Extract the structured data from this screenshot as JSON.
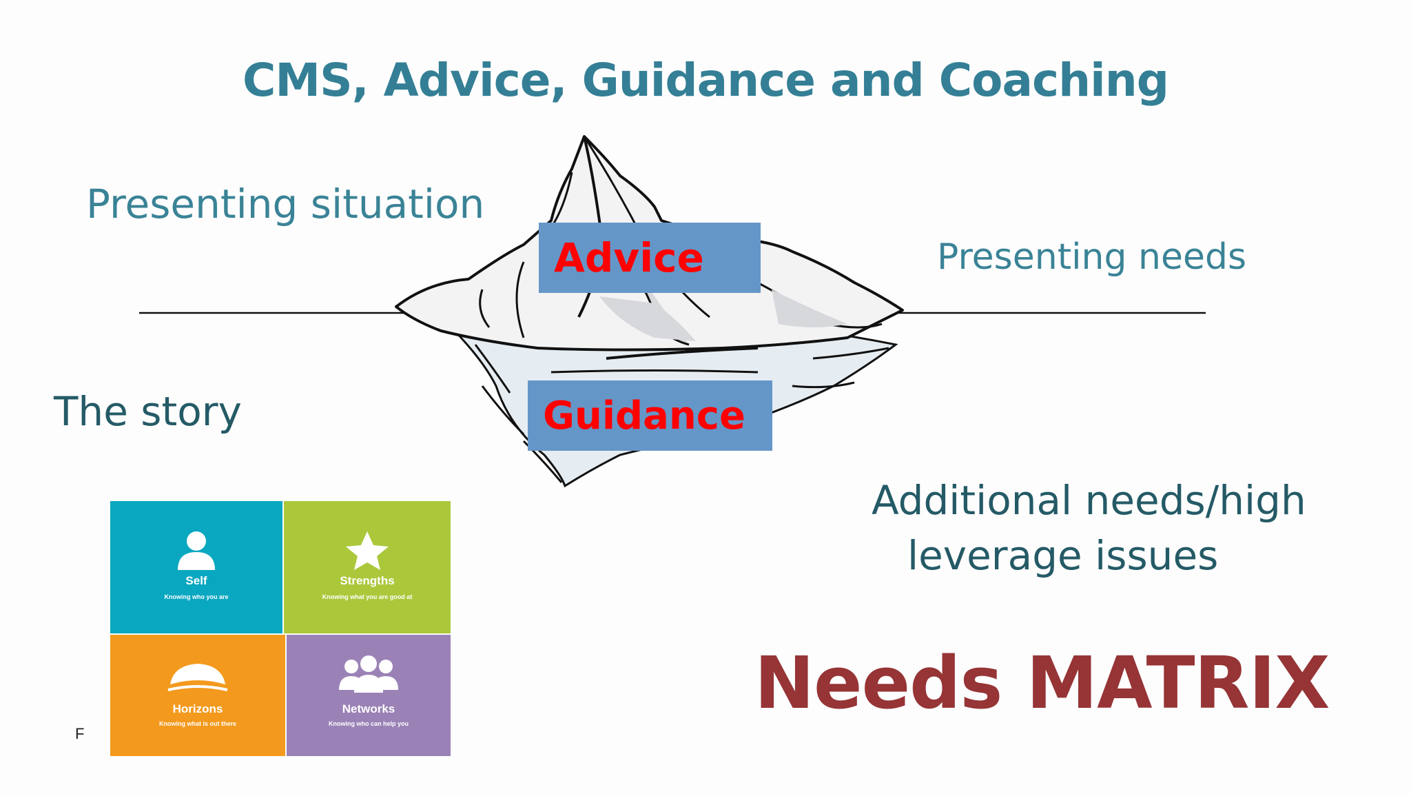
{
  "slide": {
    "title": "CMS, Advice, Guidance and Coaching",
    "labels": {
      "presenting_situation": "Presenting situation",
      "presenting_needs": "Presenting needs",
      "the_story": "The story",
      "additional_line1": "Additional needs/high",
      "additional_line2": "leverage issues"
    },
    "boxes": {
      "advice": "Advice",
      "guidance": "Guidance"
    },
    "needs_matrix": "Needs MATRIX",
    "stray_char": "F",
    "matrix": {
      "self": {
        "title": "Self",
        "subtitle": "Knowing who you are",
        "icon": "person-icon"
      },
      "strengths": {
        "title": "Strengths",
        "subtitle": "Knowing what you are good at",
        "icon": "star-icon"
      },
      "horizons": {
        "title": "Horizons",
        "subtitle": "Knowing what is out there",
        "icon": "horizon-icon"
      },
      "networks": {
        "title": "Networks",
        "subtitle": "Knowing who can help you",
        "icon": "group-icon"
      }
    }
  },
  "colors": {
    "title": "#347f95",
    "teal": "#3a8396",
    "dark_teal": "#245a66",
    "maroon": "#963436",
    "red": "#ff0000",
    "box_blue": "#6596c8",
    "self": "#0aa7c0",
    "strengths": "#abc83b",
    "horizons": "#f39a1e",
    "networks": "#9b82b6"
  }
}
